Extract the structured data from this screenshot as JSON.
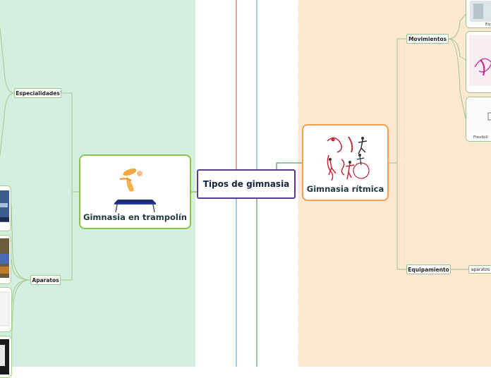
{
  "central": {
    "title": "Tipos de gimnasia"
  },
  "left_topic": {
    "title": "Gimnasia en trampolín",
    "subtopics": [
      "Especialidades",
      "Aparatos"
    ]
  },
  "right_topic": {
    "title": "Gimnasia rítmica",
    "subtopics": [
      "Movimientos",
      "Equipamiento"
    ],
    "equipamiento_child": "aparatos",
    "movimientos_children": [
      "Eq",
      "Flexibili"
    ]
  },
  "colors": {
    "left_region": "#d3efe0",
    "right_region": "#fde8d2",
    "central_border": "#5b3a8e",
    "left_topic_border": "#8cc34a",
    "right_topic_border": "#f0a050",
    "red_line": "#e04040",
    "blue_line": "#3a9be0",
    "green_line": "#2e8b3a"
  }
}
